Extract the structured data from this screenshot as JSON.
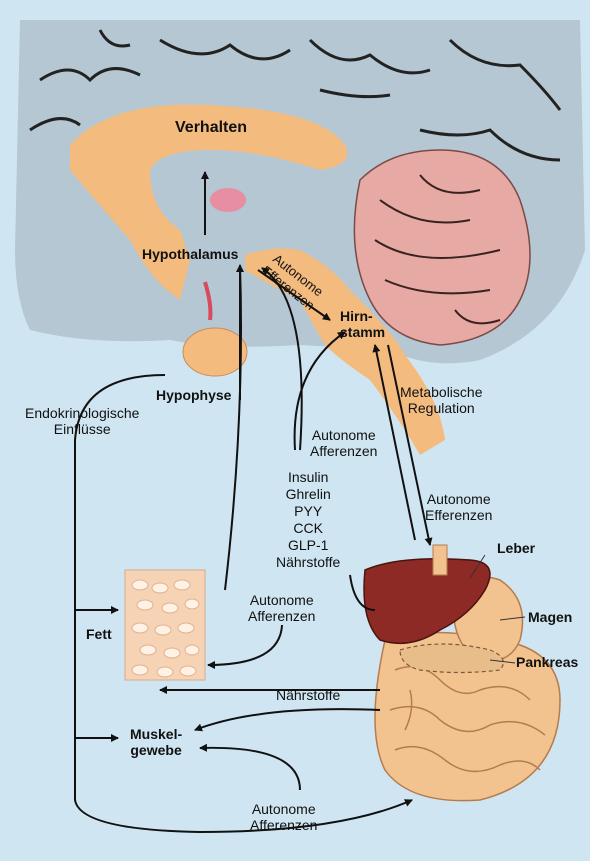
{
  "labels": {
    "verhalten": "Verhalten",
    "hypothalamus": "Hypothalamus",
    "autonome_efferenzen_brain": "Autonome\nEfferenzen",
    "hirnstamm": "Hirn-\nstamm",
    "hypophyse": "Hypophyse",
    "metabolische_regulation": "Metabolische\nRegulation",
    "endokrinologische_einfluesse": "Endokrinologische\nEinflüsse",
    "autonome_afferenzen_mid": "Autonome\nAfferenzen",
    "signals": "Insulin\nGhrelin\nPYY\nCCK\nGLP-1\nNährstoffe",
    "autonome_efferenzen_right": "Autonome\nEfferenzen",
    "leber": "Leber",
    "magen": "Magen",
    "pankreas": "Pankreas",
    "fett": "Fett",
    "autonome_afferenzen_fett": "Autonome\nAfferenzen",
    "naehrstoffe": "Nährstoffe",
    "muskelgewebe": "Muskel-\ngewebe",
    "autonome_afferenzen_bottom": "Autonome\nAfferenzen"
  },
  "colors": {
    "background": "#cfe6f2",
    "brain": "#b5c7d3",
    "pathway": "#f3bb7e",
    "cerebellum": "#e6a9a4",
    "liver": "#8e2a25",
    "intestine": "#f2c28f",
    "fat": "#f7d3b5"
  }
}
